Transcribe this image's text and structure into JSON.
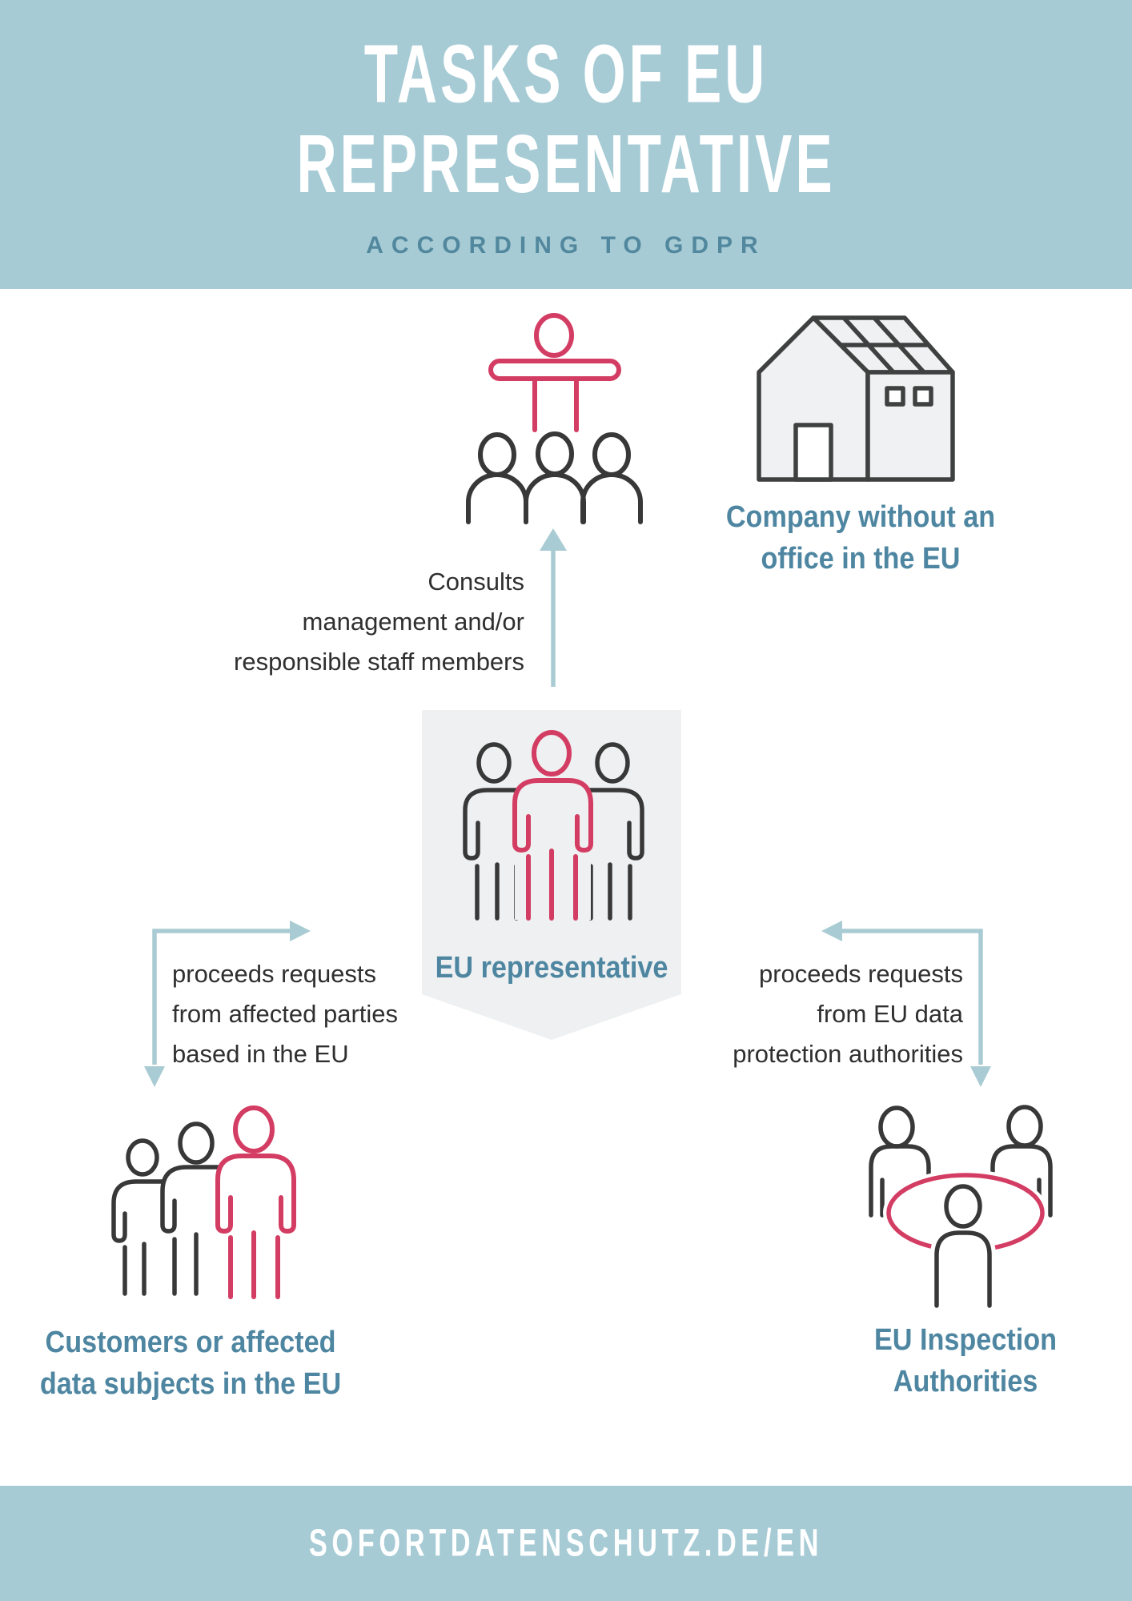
{
  "colors": {
    "banner_bg": "#a6cbd5",
    "accent_pink": "#d43d63",
    "icon_dark": "#383838",
    "label_blue": "#4e86a1",
    "subtitle_blue": "#52889e",
    "text_dark": "#2f2f2f",
    "panel_gray": "#eef0f1",
    "arrow_blue": "#a9cbd3",
    "title_white": "#ffffff"
  },
  "header": {
    "title_line1": "TASKS OF EU",
    "title_line2": "REPRESENTATIVE",
    "subtitle": "ACCORDING TO GDPR"
  },
  "diagram": {
    "company": {
      "label_line1": "Company without an",
      "label_line2": "office in the EU"
    },
    "representative": {
      "label": "EU representative"
    },
    "customers": {
      "label_line1": "Customers or affected",
      "label_line2": "data subjects in the EU"
    },
    "authorities": {
      "label_line1": "EU Inspection",
      "label_line2": "Authorities"
    },
    "consults_note": {
      "line1": "Consults",
      "line2": "management and/or",
      "line3": "responsible staff members"
    },
    "left_note": {
      "line1": "proceeds requests",
      "line2": "from affected parties",
      "line3": "based in the EU"
    },
    "right_note": {
      "line1": "proceeds requests",
      "line2": "from EU data",
      "line3": "protection authorities"
    }
  },
  "footer": {
    "website": "SOFORTDATENSCHUTZ.DE/EN"
  }
}
